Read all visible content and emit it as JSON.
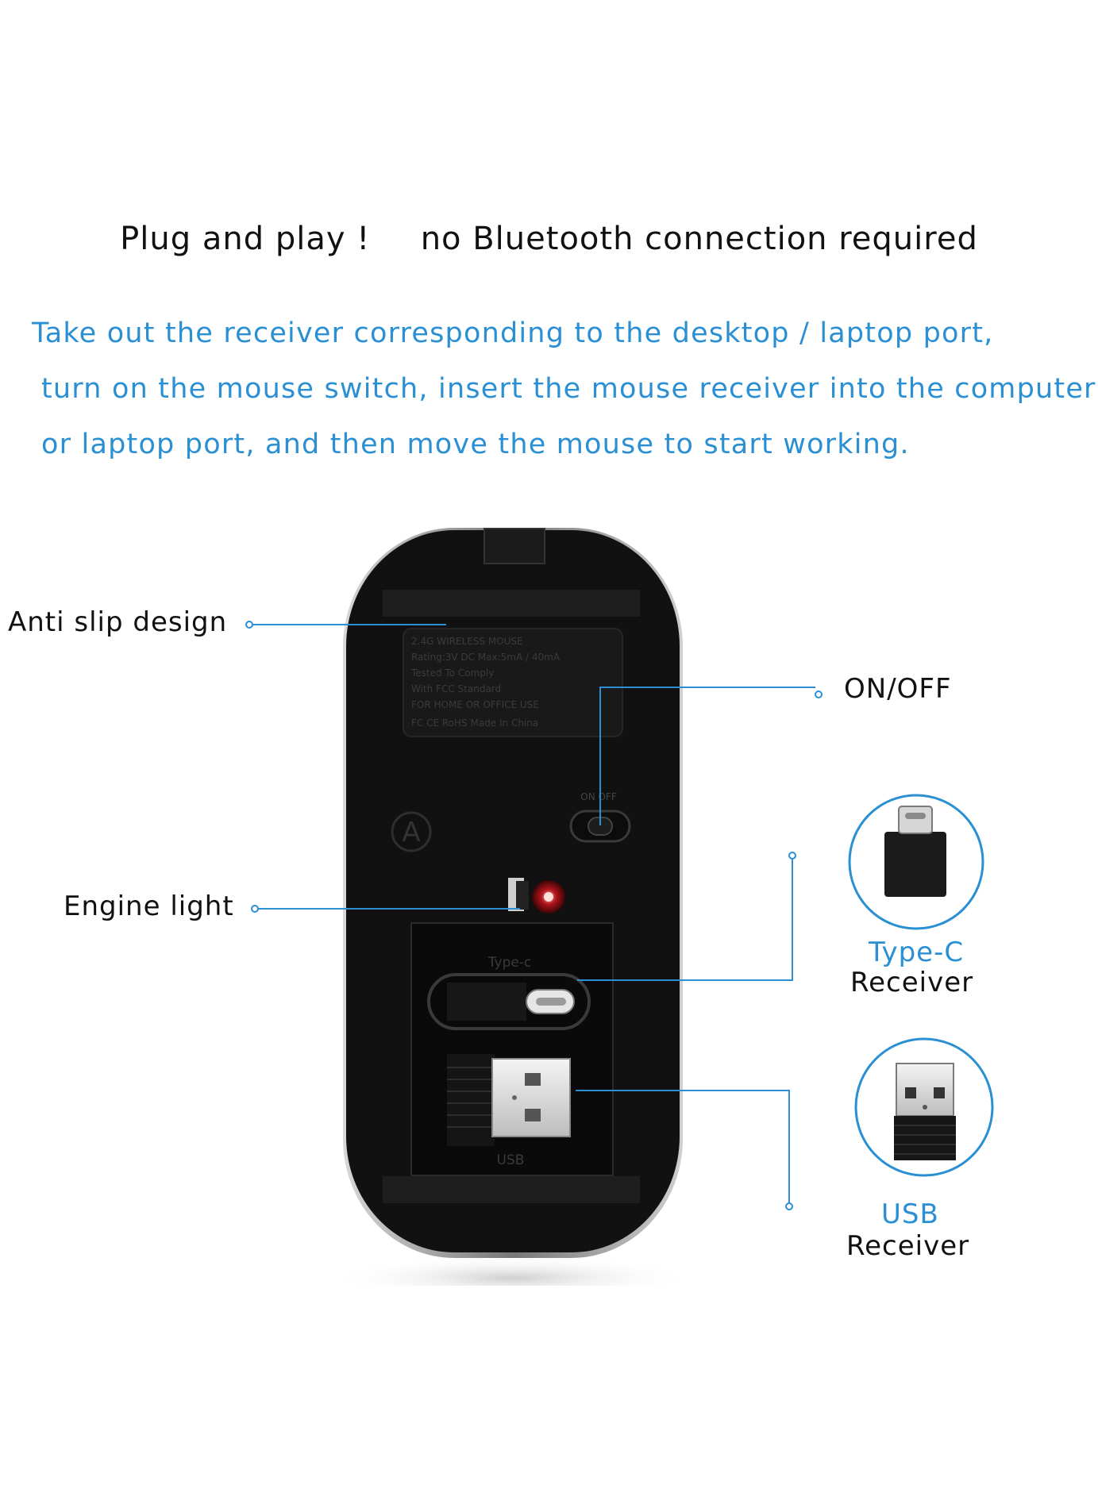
{
  "headline": {
    "part1": "Plug and play !",
    "part2": "no Bluetooth connection required"
  },
  "instructions": [
    "Take out the receiver corresponding to the desktop / laptop port,",
    "turn on the mouse switch, insert the mouse receiver into the computer",
    "or laptop port, and then move the mouse to start working."
  ],
  "callouts": {
    "anti_slip": "Anti slip design",
    "engine_light": "Engine light",
    "on_off": "ON/OFF",
    "typec_title": "Type-C",
    "typec_sub": "Receiver",
    "usb_title": "USB",
    "usb_sub": "Receiver"
  },
  "mouse_markings": {
    "typec_slot_label": "Type-c",
    "usb_slot_label": "USB",
    "switch_label": "ON OFF",
    "logo_letter": "A",
    "sticker_lines": [
      "2.4G WIRELESS MOUSE",
      "Rating:3V DC Max:5mA / 40mA",
      "Tested To Comply",
      "With FCC Standard",
      "FOR HOME OR OFFICE USE",
      "FC CE RoHS Made In China"
    ]
  },
  "colors": {
    "accent": "#2a8fd3",
    "mouse_body": "#111111",
    "laser": "#b3141b"
  }
}
